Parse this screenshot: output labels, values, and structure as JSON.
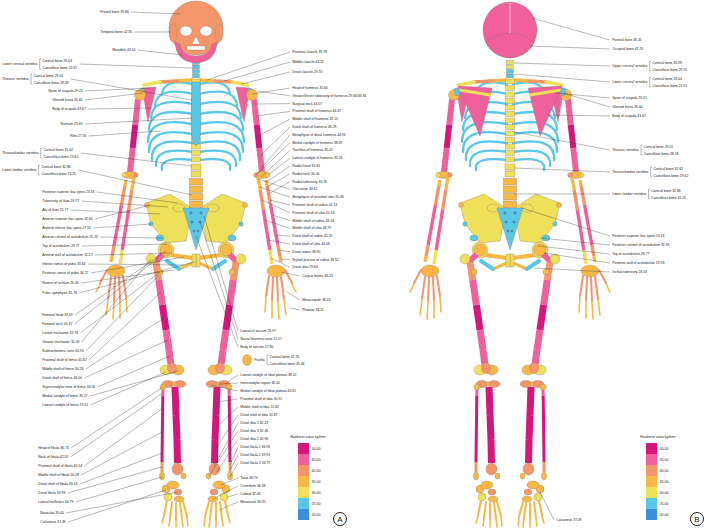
{
  "diagram": {
    "nodes": [
      {
        "text": [
          "A"
        ]
      },
      {
        "text": [
          "B"
        ]
      }
    ],
    "labels": [
      "Frontal bone 39.86",
      "Temporal bone 42.95",
      "Mandible 43.54",
      "Lower cervical vertebra",
      "Cortical bone 26.04",
      "Cancellous bone 22.92",
      "Thoracic vertebra",
      "Cortical bone 29.01",
      "Cancellous bone 28.18",
      "Spine of scapula 29.21",
      "Glenoid fossa 26.44",
      "Body of scapula 43.67",
      "Sternum 25.69",
      "Ribs 27.35",
      "Thoracolumbar vertebra",
      "Cortical bone 31.62",
      "Cancellous bone 29.62",
      "Lower lumbar vertebra",
      "Cortical bone 32.86",
      "Cancellous bone 31.25",
      "Posterior superior iliac spine 23.33",
      "Tuberosity of ilium 29.77",
      "Ala of ilium 31.77",
      "Anterior superior iliac spine 32.60",
      "Anterior inferior iliac spine 27.13",
      "Anterior column of acetabulum 25.23",
      "Top of acetabulum 29.77",
      "Anterior wall of acetabulum 31.17",
      "Inferior ramus of pubis 33.63",
      "Posterior ramus of pubis 34.27",
      "Ramus of ischium 26.40",
      "Pubic symphysis 31.73",
      "Femoral head 37.59",
      "Femoral neck 45.37",
      "Lesser trochanter 32.78",
      "Greater trochanter 32.09",
      "Subtrochanteric zone 40.90",
      "Proximal shaft of femur 45.82",
      "Middle shaft of femur 50.28",
      "Distal shaft of femur 46.50",
      "Supracondylar zone of femur 44.56",
      "Medial condyle of femur 35.27",
      "Lateral condyle of femur 29.52",
      "Head of fibula 36.73",
      "Neck of fibula 42.55",
      "Proximal shaft of fibula 49.14",
      "Middle shaft of fibula 50.28",
      "Distal shaft of fibula 49.18",
      "Distal fibula 39.93",
      "Lateral malleolus 34.79",
      "Navicular 39.40",
      "Calcaneus 37.49",
      "Proximal clavicle 33.78",
      "Middle clavicle 41.32",
      "Distal clavicle 29.70",
      "Head of humerus 35.60",
      "Greater/lesser tuberosity of humerus 29.56/34.34",
      "Surgical neck 44.07",
      "Proximal shaft of humerus 46.37",
      "Middle shaft of humerus 49.15",
      "Distal shaft of humerus 46.29",
      "Metaphysis of distal humerus 44.96",
      "Medial condyle of humerus 38.59",
      "Trochlea of humerus 35.02",
      "Lateral condyle of humerus 32.26",
      "Radial head 33.30",
      "Radial neck 34.40",
      "Radial tuberosity 34.76",
      "Olecranon 33.62",
      "Metaphysis of proximal ulna 35.36",
      "Proximal shaft of radius 41.13",
      "Proximal shaft of ulna 41.94",
      "Middle shaft of radius 43.14",
      "Middle shaft of ulna 43.79",
      "Distal shaft of radius 45.35",
      "Distal shaft of ulna 44.08",
      "Distal radius 38.95",
      "Styloid process of radius 33.52",
      "Distal ulna 29.64",
      "Carpus bones 36.23",
      "Metacarpale 38.23",
      "Phalanx 34.11",
      "Lateral of sacrum 23.97",
      "Sacral foramina zone 21.57",
      "Body of sacrum 27.80",
      "Patella",
      "Cortical bone 41.76",
      "Cancellous bone 35.48",
      "Lateral condyle of tibial plateau 38.12",
      "Intercondylar region 36.44",
      "Medial condyle of tibial plateau 40.81",
      "Proximal shaft of tibia 50.92",
      "Middle shaft of tibia 51.82",
      "Distal shaft of tibia 50.87",
      "Distal tibia 1 42.23",
      "Distal tibia 3 32.46",
      "Distal tibia 2 40.96",
      "Distal fibula 1 36.96",
      "Distal fibula 2 39.93",
      "Distal fibula 3 34.79",
      "Talus 36.70",
      "Cuneiform 36.38",
      "Cuboid 32.08",
      "Metatarsal 36.35",
      "Hardness value kg/mm²",
      "Parietal bone 46.31",
      "Occipital bone 47.29",
      "Upper cervical vertebra",
      "Cortical bone 30.98",
      "Cancellous bone 29.70",
      "Lower cervical vertebra",
      "Cortical bone 26.04",
      "Cancellous bone 22.92",
      "Spine of scapula 29.21",
      "Glenoid fossa 26.44",
      "Body of scapula 43.67",
      "Thoracic vertebra",
      "Cortical bone 29.01",
      "Cancellous bone 28.18",
      "Thoracolumbar vertebra",
      "Cortical bone 31.62",
      "Cancellous bone 29.62",
      "Lower lumbar vertebra",
      "Cortical bone 32.86",
      "Cancellous bone 31.25",
      "Posterior superior iliac spine 23.33",
      "Posterior column of acetabulum 31.93",
      "Top of acetabulum 29.77",
      "Posterior wall of acetabulum 29.93",
      "Ischial tuberosity 26.53",
      "Calcaneus 37.49",
      "Hardness value kg/mm²"
    ],
    "legend": [
      {
        "text": "50.00",
        "color": "#d6177a"
      },
      {
        "text": "45.00",
        "color": "#f0609a"
      },
      {
        "text": "40.00",
        "color": "#f5956a"
      },
      {
        "text": "35.00",
        "color": "#f7b846"
      },
      {
        "text": "30.00",
        "color": "#efe05a"
      },
      {
        "text": "25.00",
        "color": "#5bc7e6"
      },
      {
        "text": "20.00",
        "color": "#3a8fd9"
      },
      {
        "text": "50.00",
        "color": "#d6177a"
      },
      {
        "text": "45.00",
        "color": "#f0609a"
      },
      {
        "text": "40.00",
        "color": "#f5956a"
      },
      {
        "text": "35.00",
        "color": "#f7b846"
      },
      {
        "text": "30.00",
        "color": "#efe05a"
      },
      {
        "text": "25.00",
        "color": "#5bc7e6"
      },
      {
        "text": "20.00",
        "color": "#3a8fd9"
      }
    ]
  }
}
